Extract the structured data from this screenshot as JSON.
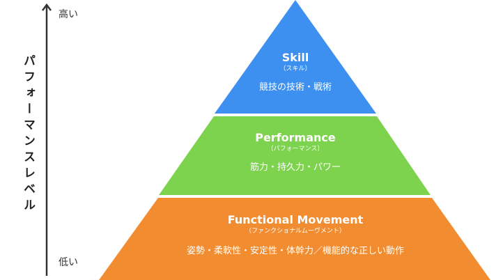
{
  "axis": {
    "label": "パフォーマンスレベル",
    "high": "高い",
    "low": "低い"
  },
  "tiers": {
    "skill": {
      "title": "Skill",
      "subtitle": "（スキル）",
      "description": "競技の技術・戦術",
      "color": "#3d8ff0"
    },
    "performance": {
      "title": "Performance",
      "subtitle": "（パフォーマンス）",
      "description": "筋力・持久力・パワー",
      "color": "#7dd24e"
    },
    "functional": {
      "title": "Functional Movement",
      "subtitle": "（ファンクショナルムーヴメント）",
      "description": "姿勢・柔軟性・安定性・体幹力／機能的な正しい動作",
      "color": "#f28c30"
    }
  }
}
